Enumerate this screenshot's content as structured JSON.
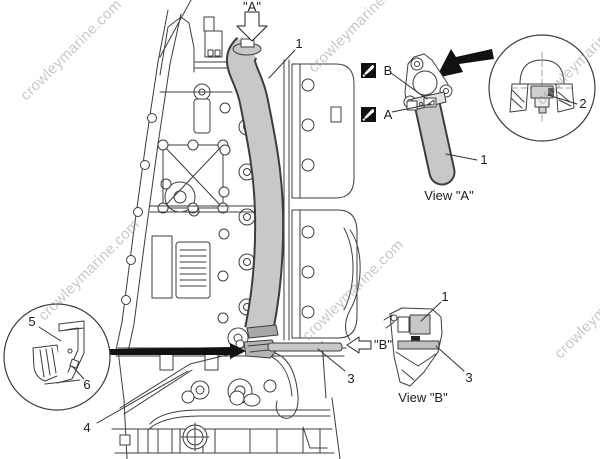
{
  "watermark": {
    "text": "crowleymarine.com"
  },
  "labels": {
    "view_a_pointer": "\"A\"",
    "view_b_pointer": "\"B\"",
    "part1_main": "1",
    "part1_view_a": "1",
    "part1_view_b": "1",
    "part2": "2",
    "part3_main": "3",
    "part3_view_b": "3",
    "part4": "4",
    "part5": "5",
    "part6": "6",
    "sealant_b": "B",
    "sealant_a": "A"
  },
  "captions": {
    "view_a": "View \"A\"",
    "view_b": "View \"B\""
  },
  "icons": {
    "sealant": "sealant-applicator-icon"
  },
  "colors": {
    "line": "#3d3d3d",
    "hose_fill": "#c8c8c8",
    "arrow_black": "#111111",
    "watermark_gray": "#9a9a9a"
  }
}
